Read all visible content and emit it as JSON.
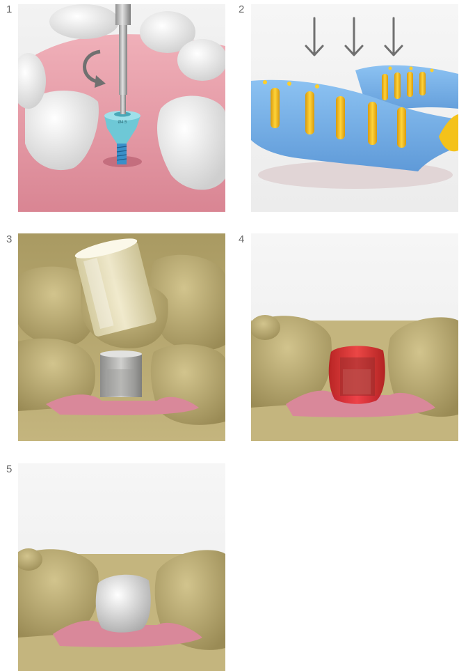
{
  "steps": [
    {
      "number": "1",
      "illustration": "screwdriver-tightening-healing-abutment",
      "implant_label": "Ø4.5"
    },
    {
      "number": "2",
      "illustration": "impression-tray-pressing-down"
    },
    {
      "number": "3",
      "illustration": "cap-placed-over-abutment"
    },
    {
      "number": "4",
      "illustration": "temporary-crown-red"
    },
    {
      "number": "5",
      "illustration": "final-crown-silver"
    }
  ],
  "colors": {
    "gum": "#e79aa6",
    "tooth_white": "#f4f4f4",
    "tray_blue": "#7fb8ee",
    "tray_yellow": "#f4c21a",
    "tooth_khaki": "#c2b27c",
    "abutment_grey": "#b5b5b3",
    "temp_crown_red": "#e0282e",
    "final_crown_silver": "#dadada",
    "arrow_grey": "#707070",
    "implant_teal": "#6ec8d6"
  }
}
